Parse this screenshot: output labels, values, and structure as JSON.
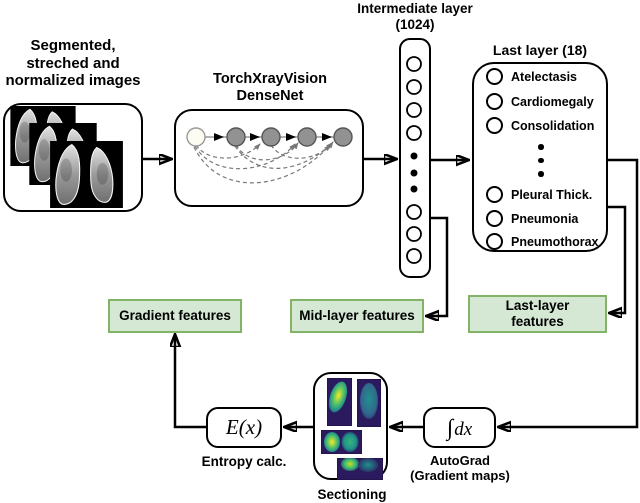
{
  "figure": {
    "input": {
      "label_lines": [
        "Segmented,",
        "streched and",
        "normalized images"
      ]
    },
    "densenet": {
      "title_lines": [
        "TorchXrayVision",
        "DenseNet"
      ]
    },
    "intermediate_layer": {
      "title_lines": [
        "Intermediate layer",
        "(1024)"
      ]
    },
    "last_layer": {
      "title": "Last layer (18)",
      "items": [
        "Atelectasis",
        "Cardiomegaly",
        "Consolidation",
        "Pleural Thick.",
        "Pneumonia",
        "Pneumothorax"
      ]
    },
    "feature_boxes": {
      "gradient": "Gradient features",
      "mid_layer": "Mid-layer features",
      "last_layer_lines": [
        "Last-layer",
        "features"
      ]
    },
    "entropy": {
      "formula": "E(x)",
      "label": "Entropy calc."
    },
    "sectioning": {
      "label": "Sectioning"
    },
    "autograd": {
      "integral": "∫",
      "differential": "dx",
      "label_lines": [
        "AutoGrad",
        "(Gradient maps)"
      ]
    },
    "colors": {
      "feature_box_fill": "#d5e8d4",
      "feature_box_border": "#82b366",
      "heatmap_palette": [
        "#fde725",
        "#5ec962",
        "#21918c",
        "#31688e",
        "#2c1a5e"
      ]
    }
  }
}
